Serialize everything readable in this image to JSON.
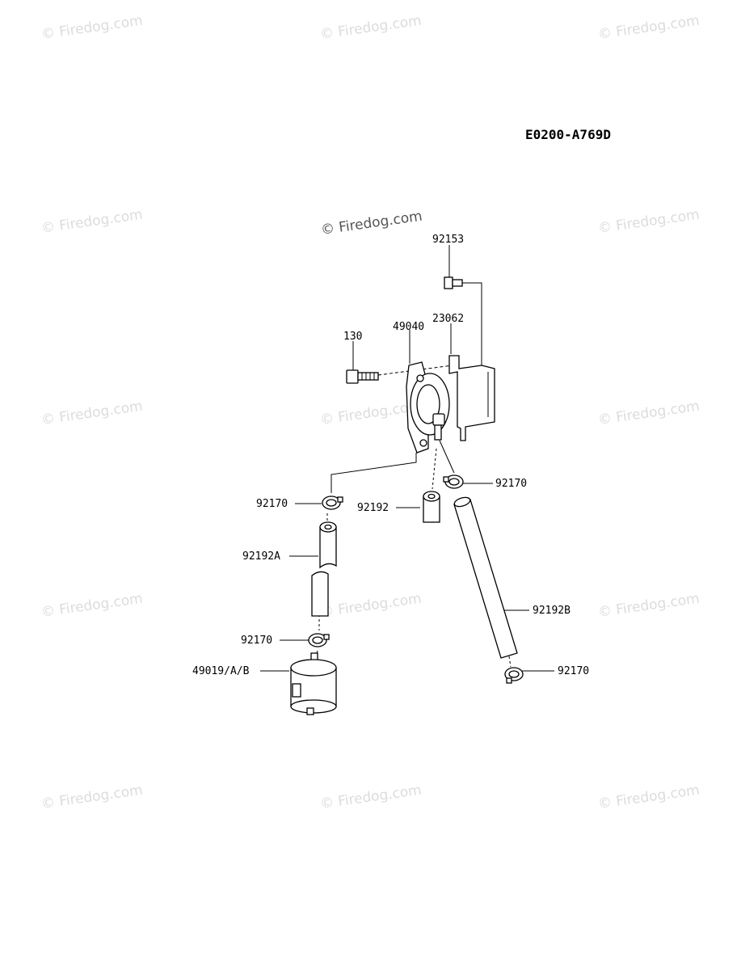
{
  "diagram_code": "E0200-A769D",
  "watermark_text": "© Firedog.com",
  "watermark_prominent_text": "© Firedog.com",
  "labels": {
    "screw_92153": "92153",
    "plate_23062": "23062",
    "pump_49040": "49040",
    "bolt_130": "130",
    "clamp_upper_left": "92170",
    "clamp_upper_right": "92170",
    "short_tube": "92192",
    "tube_a": "92192A",
    "clamp_lower_left": "92170",
    "filter": "49019/A/B",
    "tube_b": "92192B",
    "clamp_lower_right": "92170"
  }
}
